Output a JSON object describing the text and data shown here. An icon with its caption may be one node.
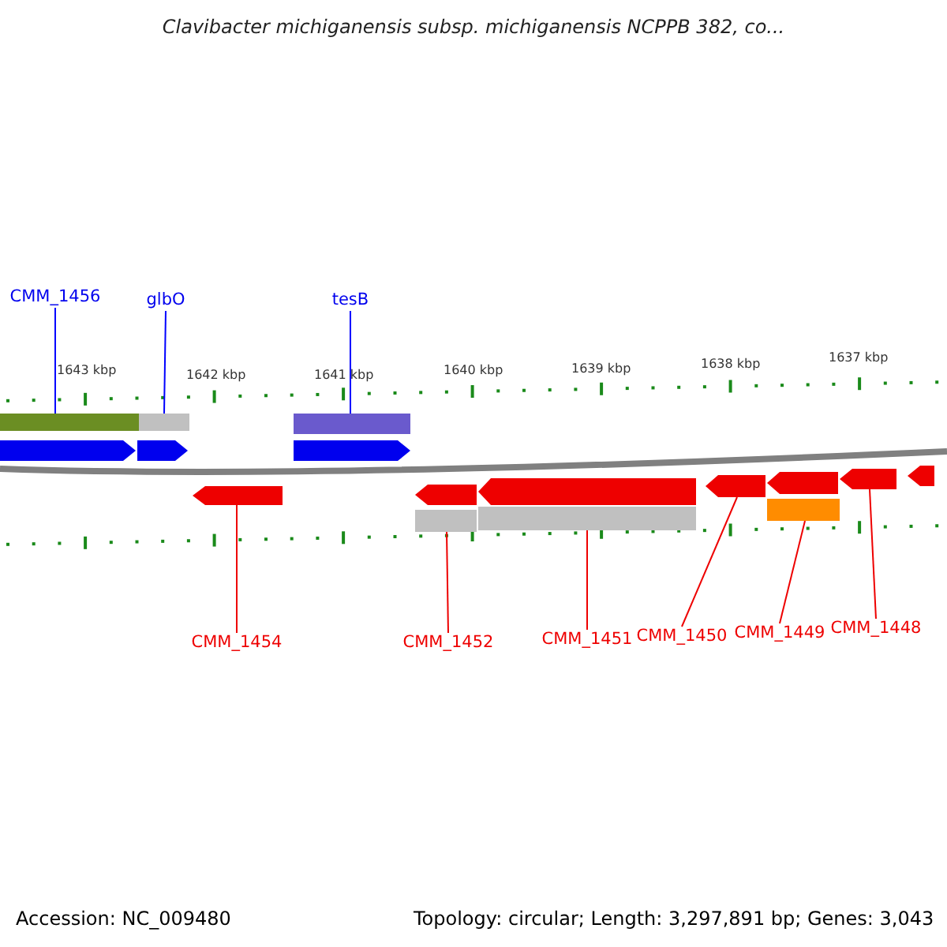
{
  "diagram": {
    "title": "Clavibacter michiganensis subsp. michiganensis NCPPB 382, co...",
    "nodes": [
      {
        "text": [
          "CMM_1456"
        ]
      },
      {
        "text": [
          "glbO"
        ]
      },
      {
        "text": [
          "tesB"
        ]
      },
      {
        "text": [],
        "shape": "bar"
      },
      {
        "text": [],
        "shape": "bar"
      },
      {
        "text": [],
        "shape": "bar"
      },
      {
        "text": [],
        "shape": "arrow"
      },
      {
        "text": [],
        "shape": "arrow"
      },
      {
        "text": [],
        "shape": "arrow"
      },
      {
        "text": [],
        "shape": "arrow"
      },
      {
        "text": [],
        "shape": "arrow"
      },
      {
        "text": [],
        "shape": "arrow"
      },
      {
        "text": [],
        "shape": "arrow"
      },
      {
        "text": [],
        "shape": "arrow"
      },
      {
        "text": [],
        "shape": "arrow"
      },
      {
        "text": [],
        "shape": "arrow"
      },
      {
        "text": [],
        "shape": "bar"
      },
      {
        "text": [],
        "shape": "bar"
      },
      {
        "text": [],
        "shape": "bar"
      },
      {
        "text": [
          "CMM_1454"
        ]
      },
      {
        "text": [
          "CMM_1452"
        ]
      },
      {
        "text": [
          "CMM_1451"
        ]
      },
      {
        "text": [
          "CMM_1450"
        ]
      },
      {
        "text": [
          "CMM_1449"
        ]
      },
      {
        "text": [
          "CMM_1448"
        ]
      }
    ],
    "edges": [
      {
        "from": 0,
        "to": 3,
        "arrow": "none",
        "color": "#0000ff"
      },
      {
        "from": 1,
        "to": 4,
        "arrow": "none",
        "color": "#0000ff"
      },
      {
        "from": 2,
        "to": 5,
        "arrow": "none",
        "color": "#0000ff"
      },
      {
        "from": 19,
        "to": 9,
        "arrow": "none"
      },
      {
        "from": 20,
        "to": 16,
        "arrow": "none"
      },
      {
        "from": 21,
        "to": 17,
        "arrow": "none"
      },
      {
        "from": 22,
        "to": 12,
        "arrow": "none"
      },
      {
        "from": 23,
        "to": 18,
        "arrow": "none"
      },
      {
        "from": 24,
        "to": 14,
        "arrow": "none"
      }
    ],
    "labels": [
      "1643 kbp",
      "1642 kbp",
      "1641 kbp",
      "1640 kbp",
      "1639 kbp",
      "1638 kbp",
      "1637 kbp",
      "Accession: NC_009480",
      "Topology: circular; Length: 3,297,891 bp; Genes: 3,043"
    ]
  }
}
